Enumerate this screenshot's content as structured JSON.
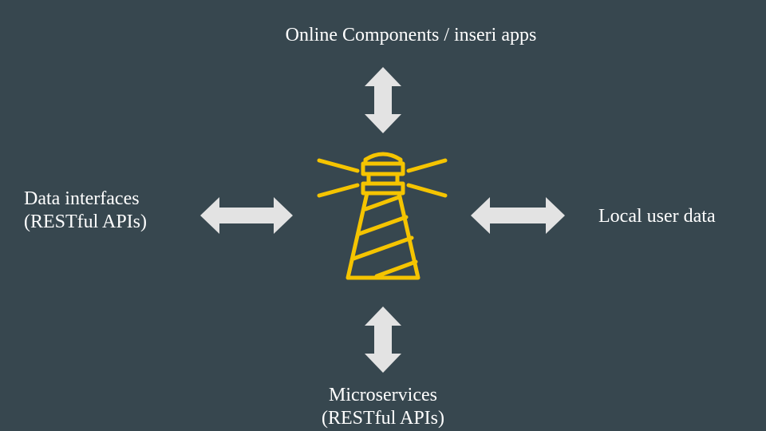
{
  "nodes": {
    "top": {
      "label": "Online Components / inseri apps"
    },
    "left": {
      "line1": "Data interfaces",
      "line2": "(RESTful APIs)"
    },
    "right": {
      "label": "Local user data"
    },
    "bottom": {
      "line1": "Microservices",
      "line2": "(RESTful APIs)"
    }
  },
  "center": {
    "icon": "lighthouse-icon"
  },
  "colors": {
    "background": "#37474f",
    "text": "#ffffff",
    "arrow": "#e3e3e3",
    "lighthouse": "#f5c400"
  }
}
